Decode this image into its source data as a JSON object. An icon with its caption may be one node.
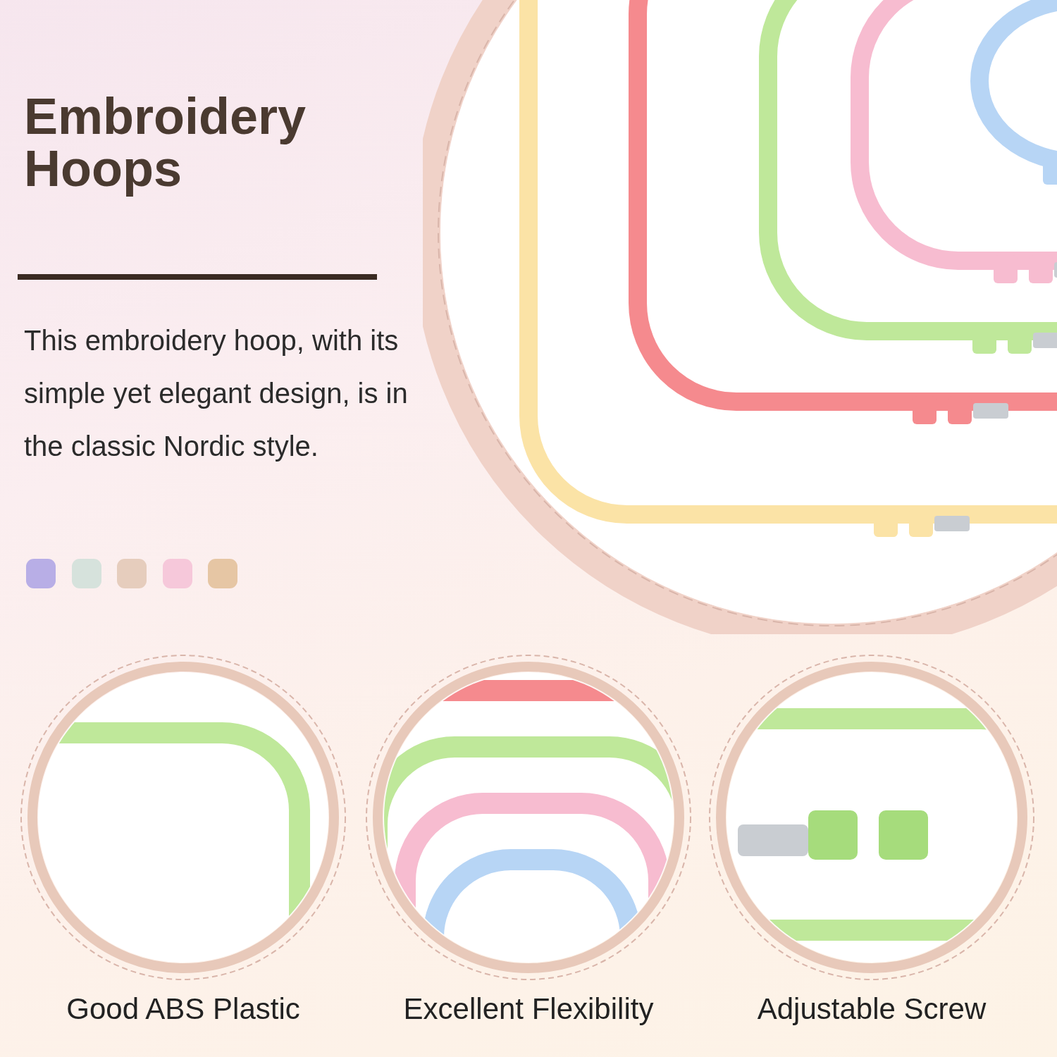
{
  "diagram": {
    "title": "Embroidery Hoops",
    "labels": [
      "This embroidery hoop, with its simple yet elegant design, is in the classic Nordic style.",
      "Good ABS Plastic",
      "Excellent Flexibility",
      "Adjustable Screw"
    ]
  }
}
